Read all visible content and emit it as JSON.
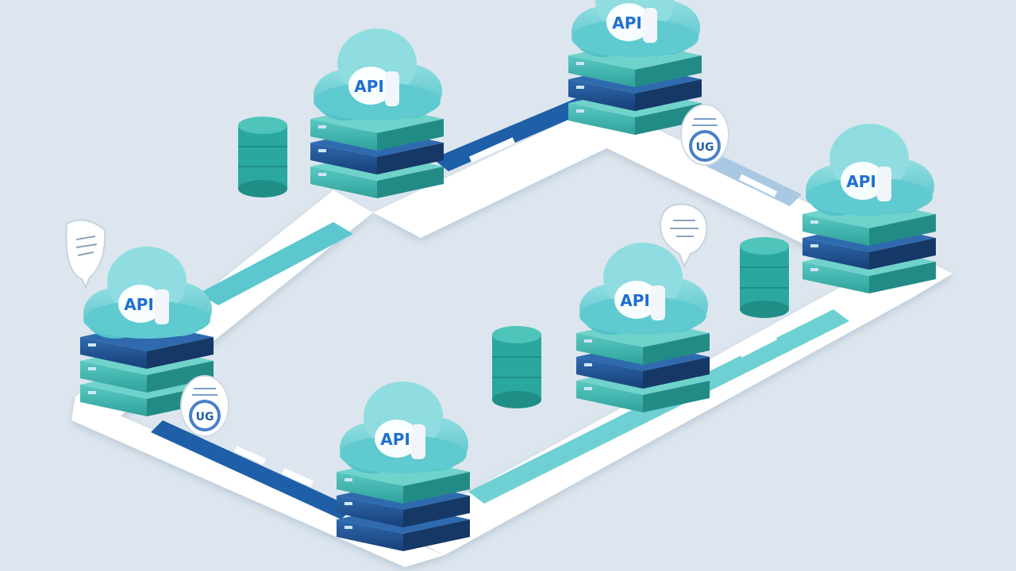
{
  "colors": {
    "background": "#dde6ee",
    "platform": "#ffffff",
    "cloud": "#5fcad0",
    "cloud_light": "#9ee2e4",
    "teal_block": "#3fb5b0",
    "navy_block": "#1e4f8f",
    "cyan_path": "#5cc7cf",
    "navy_path": "#1f5fa8",
    "db": "#2aa89f",
    "badge_ring": "#4a7fc9"
  },
  "nodes": [
    {
      "id": "node-top-left",
      "label": "API"
    },
    {
      "id": "node-top-center",
      "label": "API"
    },
    {
      "id": "node-right",
      "label": "API"
    },
    {
      "id": "node-left",
      "label": "API"
    },
    {
      "id": "node-center-right",
      "label": "API"
    },
    {
      "id": "node-bottom",
      "label": "API"
    }
  ],
  "badges": [
    {
      "id": "badge-top-right",
      "glyph": "UG"
    },
    {
      "id": "badge-bottom-left",
      "glyph": "UG"
    }
  ],
  "speech_bubbles": [
    {
      "id": "bubble-left",
      "icon": "chat-icon"
    },
    {
      "id": "bubble-right",
      "icon": "chat-icon"
    }
  ],
  "databases": [
    {
      "id": "db-top-left"
    },
    {
      "id": "db-center"
    },
    {
      "id": "db-right"
    }
  ]
}
